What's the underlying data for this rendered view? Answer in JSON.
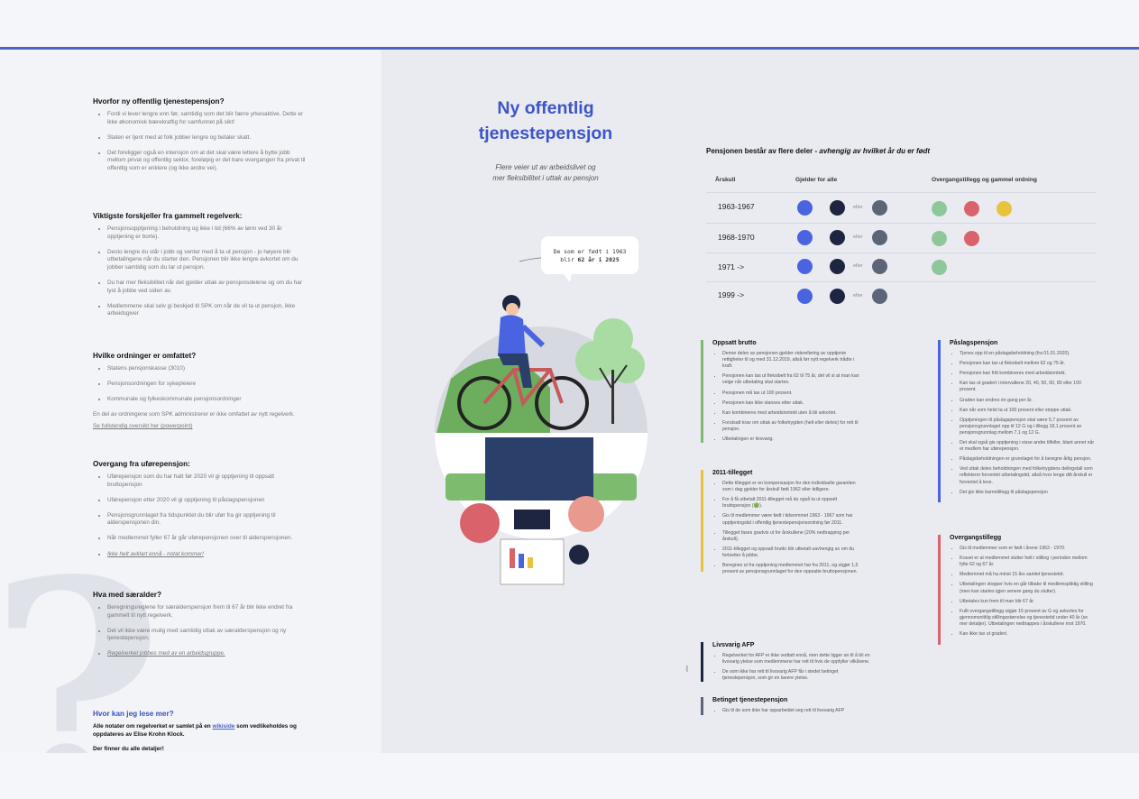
{
  "left": {
    "sections": [
      {
        "title": "Hvorfor ny offentlig tjenestepensjon?",
        "items": [
          "Fordi vi lever lengre enn før, samtidig som det blir færre yrkesaktive. Dette er ikke økonomisk bærekraftig for samfunnet på sikt!",
          "Staten er tjent med at folk jobber lengre og betaler skatt.",
          "Det foreligger også en intensjon om at det skal være lettere å bytte jobb mellom privat og offentlig sektor, foreløpig er det bare overgangen fra privat til offentlig som er enklere (og ikke andre vei)."
        ]
      },
      {
        "title": "Viktigste forskjeller fra gammelt regelverk:",
        "items": [
          "Pensjonsopptjening i beholdning og ikke i tid (66% av lønn ved 30 år opptjening er borte).",
          "Desto lengre du står i jobb og venter med å ta ut pensjon - jo høyere blir utbetalingene når du starter den. Pensjonen blir ikke lengre avkortet om du jobber samtidig som du tar ut pensjon.",
          "Du har mer fleksibilitet når det gjelder uttak av pensjonsdelene og om du har lyst å jobbe ved siden av.",
          "Medlemmene skal selv gi beskjed til SPK om når de vil ta ut pensjon, ikke arbeidsgiver"
        ]
      },
      {
        "title": "Hvilke ordninger er omfattet?",
        "items": [
          "Statens pensjonskasse (3010)",
          "Pensjonsordningen for sykepleiere",
          "Kommunale og fylkeskommunale pensjonsordninger"
        ],
        "note": "En del av ordningene som SPK administrerer er ikke omfattet av nytt regelverk.",
        "link": "Se fullstendig oversikt her (powerpoint)"
      },
      {
        "title": "Overgang fra uførepensjon:",
        "items": [
          "Uførepensjon som du har hatt før 2020 vil gi opptjening til oppsatt bruttopensjon",
          "Uførepensjon etter 2020 vil gi opptjening til påslagspensjonen",
          "Pensjonsgrunnlaget fra tidspunktet du blir ufør fra gir opptjening til alderspensjonen din.",
          "Når medlemmet fyller 67 år går uførepensjonen over til alderspensjonen.",
          "Ikke helt avklart ennå - notat kommer!"
        ]
      },
      {
        "title": "Hva med særalder?",
        "items": [
          "Beregningsreglene for særalderspensjon frem til 67 år blir ikke endret fra gammelt til nytt regelverk.",
          "Det vil ikke være mulig med samtidig uttak av særalderspensjon og ny tjenestepensjon.",
          "Regelverket jobbes med av en arbeidsgruppe."
        ]
      }
    ],
    "more": {
      "title": "Hvor kan jeg lese mer?",
      "line1_pre": "Alle notater om regelverket er samlet på en ",
      "line1_link": "wikiside",
      "line1_post": " som vedlikeholdes og oppdateres av Elise Krohn Klock.",
      "line2": "Der finner du alle detaljer!"
    },
    "decor_glyph": "?"
  },
  "right": {
    "title_line1": "Ny offentlig",
    "title_line2": "tjenestepensjon",
    "subtitle_line1": "Flere veier ut av arbeidslivet og",
    "subtitle_line2": "mer fleksibilitet i uttak av pensjon",
    "bubble_line1": "De som er født i 1963",
    "bubble_line2_pre": "blir ",
    "bubble_line2_bold": "62 år i 2025",
    "table": {
      "title_pre": "Pensjonen består av flere deler - ",
      "title_em": "avhengig av hvilket år du er født",
      "col_arskull": "Årskull",
      "col_all": "Gjelder for alle",
      "col_overgang": "Overgangstillegg og gammel ordning",
      "eller": "eller",
      "rows": [
        {
          "year": "1963-1967",
          "extra": [
            "#8ec89a",
            "#d9626b",
            "#e8c33b"
          ]
        },
        {
          "year": "1968-1970",
          "extra": [
            "#8ec89a",
            "#d9626b"
          ]
        },
        {
          "year": "1971 ->",
          "extra": [
            "#8ec89a"
          ]
        },
        {
          "year": "1999 ->",
          "extra": []
        }
      ],
      "dot_colors": {
        "blue": "#4a63e0",
        "navy": "#1e2540",
        "slate": "#5c6577"
      }
    },
    "cards": {
      "oppsatt": {
        "title": "Oppsatt brutto",
        "color": "#7dbb6f",
        "items": [
          "Denne delen av pensjonen gjelder videreføring av opptjente rettigheter til og med 31.12.2019, altså før nytt regelverk trådte i kraft.",
          "Pensjonen kan tas ut fleksibelt fra 62 til 75 år, det vil si at man kan velge når utbetaling skal startes.",
          "Pensjonen må tas ut 100 prosent.",
          "Pensjonen kan ikke stanses etter uttak.",
          "Kan kombineres med arbeidsinntekt uten å bli avkortet.",
          "Forutsatt krav om uttak av folketrygden (helt eller delvis) for rett til pensjon.",
          "Utbetalingen er livsvarig."
        ]
      },
      "tillegg2011": {
        "title": "2011-tillegget",
        "color": "#e8c33b",
        "items": [
          "Dette tillegget er en kompensasjon for den individuelle garantien som i dag gjelder for årskull født 1962 eller tidligere.",
          "For å få utbetalt 2011-tillegget må du også ta ut oppsatt bruttopensjon (🟢).",
          "Gis til medlemmer være født i tidsrommet 1963 - 1967 som har opptjeningstid i offentlig tjenestepensjonsordning før 2011.",
          "Tillegget fases gradvis ut for årskullene (20% nedtrapping per årskull).",
          "2011-tillegget og oppsatt brutto blir utbetalt uavhengig av om du fortsetter å jobbe.",
          "Beregnes ut fra opptjening medlemmet har fra 2011, og utgjør 1,5 prosent av pensjonsgrunnlaget for den oppsatte bruttopensjonen."
        ]
      },
      "livsvarig": {
        "title": "Livsvarig AFP",
        "color": "#1e2540",
        "items": [
          "Regelverket for AFP er ikke vedtatt ennå, men dette ligger an til å bli en livsvarig ytelse som medlemmene har rett til hvis de oppfyller vilkårene.",
          "De som ikke har rett til livsvarig AFP får i stedet betinget tjenestepensjon, som gir en lavere ytelse."
        ]
      },
      "betinget": {
        "title": "Betinget tjenestepensjon",
        "color": "#5c6577",
        "items": [
          "Gis til de som ikke har opparbeidet seg rett til livsvarig AFP"
        ]
      },
      "paslag": {
        "title": "Påslagspensjon",
        "color": "#4a63e0",
        "items": [
          "Tjenes opp til en påslagsbeholdning (fra 01.01.2020).",
          "Pensjonen kan tas ut fleksibelt mellom 62 og 75 år.",
          "Pensjonen kan fritt kombineres med arbeidsinntekt.",
          "Kan tas ut gradert i intervallene 20, 40, 50, 60, 80 eller 100 prosent.",
          "Graden kan endres én gang per år.",
          "Kan når som helst ta ut 100 prosent eller stoppe uttak.",
          "Opptjeningen til påslagspensjon skal være 5,7 prosent av pensjonsgrunnlaget opp til 12 G og i tillegg 18,1 prosent av pensjonsgrunnlag mellom 7,1 og 12 G.",
          "Det skal også gis opptjening i visse andre tilfeller, blant annet når et medlem har uførepensjon.",
          "Påslagsbeholdningen er grunnlaget for å beregne årlig pensjon.",
          "Ved uttak deles beholdningen med folketrygdens delingstall som reflekterer forventet utbetalingstid, altså hvor lenge ditt årskull er forventet å leve.",
          "Det gis ikke barnetillegg til påslagspensjon"
        ]
      },
      "overgang": {
        "title": "Overgangstillegg",
        "color": "#d9626b",
        "items": [
          "Gis til medlemmer som er født i årene 1963 - 1970.",
          "Kravet er at medlemmet slutter helt i stilling i perioden mellom fylte 62 og 67 år.",
          "Medlemmet må ha minst 15 års samlet tjenestetid.",
          "Utbetalingen stopper hvis en går tilbake til medlemspliktig stilling (men kan startes igjen senere gang du slutter).",
          "Utbetales kun frem til man blir 67 år.",
          "Fullt overgangstillegg utgjør 15 prosent av G og avkortes for gjennomsnittlig stillingsstørrelse og tjenestetid under 40 år (se mer detaljer). Utbetalingen nedtrappes i årskullene mot 1970.",
          "Kan ikke tas ut gradert."
        ]
      }
    },
    "side_label": "eller"
  }
}
